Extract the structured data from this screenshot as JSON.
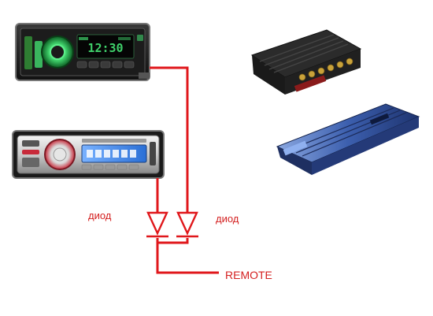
{
  "labels": {
    "diode_left": "диод",
    "diode_right": "диод",
    "remote": "REMOTE"
  },
  "head_unit_1": {
    "display_text": "12:30"
  },
  "colors": {
    "wire": "#e0171b",
    "unit_body": "#1a1a1a",
    "display_blue": "#2a6fd6",
    "display_green": "#3fd06a",
    "amp_dark": "#2a2a2a",
    "amp_blue": "#2d4f9a"
  }
}
